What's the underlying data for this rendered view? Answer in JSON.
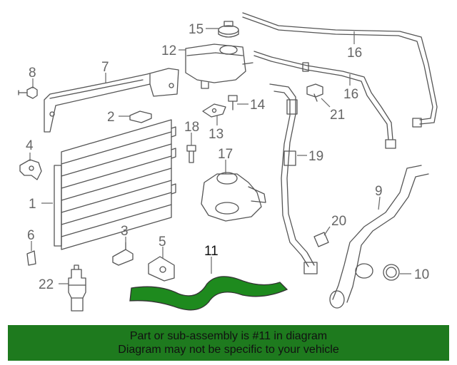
{
  "diagram": {
    "callouts": [
      {
        "id": "1",
        "label": "1"
      },
      {
        "id": "2",
        "label": "2"
      },
      {
        "id": "3",
        "label": "3"
      },
      {
        "id": "4",
        "label": "4"
      },
      {
        "id": "5",
        "label": "5"
      },
      {
        "id": "6",
        "label": "6"
      },
      {
        "id": "7",
        "label": "7"
      },
      {
        "id": "8",
        "label": "8"
      },
      {
        "id": "9",
        "label": "9"
      },
      {
        "id": "10",
        "label": "10"
      },
      {
        "id": "11",
        "label": "11"
      },
      {
        "id": "12",
        "label": "12"
      },
      {
        "id": "13",
        "label": "13"
      },
      {
        "id": "14",
        "label": "14"
      },
      {
        "id": "15",
        "label": "15"
      },
      {
        "id": "16a",
        "label": "16"
      },
      {
        "id": "16b",
        "label": "16"
      },
      {
        "id": "17",
        "label": "17"
      },
      {
        "id": "18",
        "label": "18"
      },
      {
        "id": "19",
        "label": "19"
      },
      {
        "id": "20",
        "label": "20"
      },
      {
        "id": "21",
        "label": "21"
      },
      {
        "id": "22",
        "label": "22"
      }
    ],
    "highlight_part": "11",
    "colors": {
      "line": "#555555",
      "highlight_fill": "#1e8a1e",
      "banner": "#1e7a1e"
    }
  },
  "banner": {
    "line1": "Part or sub-assembly is #11 in diagram",
    "line2": "Diagram may not be specific to your vehicle"
  }
}
